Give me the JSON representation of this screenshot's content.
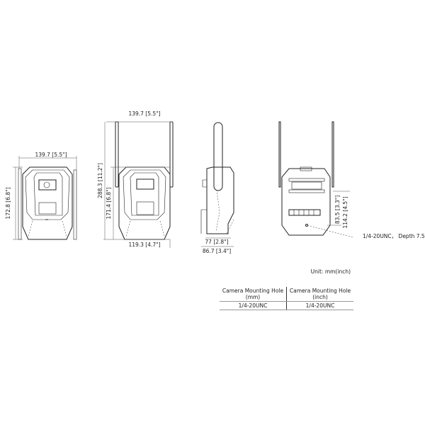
{
  "front_view": {
    "width_label": "139.7 [5.5\"]",
    "height_label": "172.8 [6.8\"]"
  },
  "front_antenna_view": {
    "width_label": "139.7 [5.5\"]",
    "total_height_label": "288.3 [11.2\"]",
    "body_height_label": "171.4 [6.8\"]",
    "bottom_width_label": "119.3 [4.7\"]"
  },
  "side_view": {
    "depth_label": "77 [2.8\"]",
    "total_depth_label": "86.7 [3.4\"]"
  },
  "back_view": {
    "hole_height_label": "83.5 [3.3\"]",
    "height_label": "114.2 [4.5\"]",
    "hole_callout": "1/4-20UNC， Depth 7.5"
  },
  "unit_note": "Unit: mm(inch)",
  "table": {
    "headers": [
      "Camera Mounting Hole (mm)",
      "Camera Mounting Hole (inch)"
    ],
    "rows": [
      [
        "1/4-20UNC",
        "1/4-20UNC"
      ]
    ]
  }
}
